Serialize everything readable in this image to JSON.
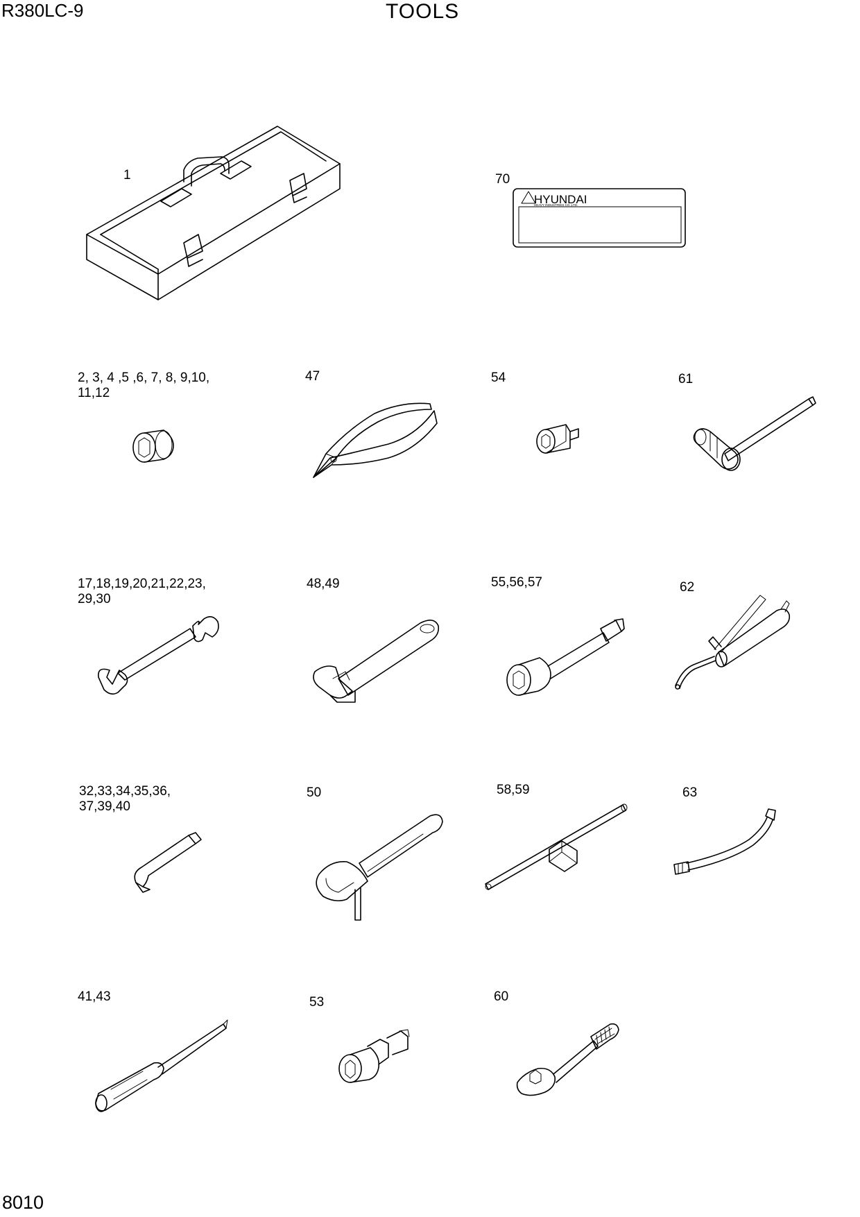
{
  "header": {
    "model": "R380LC-9",
    "title": "TOOLS"
  },
  "footer": {
    "page_number": "8010"
  },
  "parts": [
    {
      "id": "toolbox",
      "label": "1",
      "icon": "toolbox-icon"
    },
    {
      "id": "label-plate",
      "label": "70",
      "icon": "name-plate-icon",
      "brand": "HYUNDAI",
      "brand_sub": "HEAVY INDUSTRIES CO.,LTD."
    },
    {
      "id": "socket",
      "label": "2, 3, 4 ,5 ,6, 7, 8, 9,10,\n11,12",
      "icon": "socket-icon"
    },
    {
      "id": "pliers",
      "label": "47",
      "icon": "pliers-icon"
    },
    {
      "id": "adapter",
      "label": "54",
      "icon": "socket-adapter-icon"
    },
    {
      "id": "hammer",
      "label": "61",
      "icon": "hammer-icon"
    },
    {
      "id": "spanner",
      "label": "17,18,19,20,21,22,23,\n29,30",
      "icon": "spanner-icon"
    },
    {
      "id": "adjustable-wrench",
      "label": "48,49",
      "icon": "adjustable-wrench-icon"
    },
    {
      "id": "extension-socket",
      "label": "55,56,57",
      "icon": "extension-bar-icon"
    },
    {
      "id": "grease-gun",
      "label": "62",
      "icon": "grease-gun-icon"
    },
    {
      "id": "hex-key",
      "label": "32,33,34,35,36,\n37,39,40",
      "icon": "hex-key-icon"
    },
    {
      "id": "filter-wrench",
      "label": "50",
      "icon": "filter-wrench-icon"
    },
    {
      "id": "t-handle",
      "label": "58,59",
      "icon": "t-handle-icon"
    },
    {
      "id": "grease-hose",
      "label": "63",
      "icon": "grease-hose-icon"
    },
    {
      "id": "screwdriver",
      "label": "41,43",
      "icon": "screwdriver-icon"
    },
    {
      "id": "universal-joint",
      "label": "53",
      "icon": "universal-joint-icon"
    },
    {
      "id": "ratchet",
      "label": "60",
      "icon": "ratchet-handle-icon"
    }
  ]
}
